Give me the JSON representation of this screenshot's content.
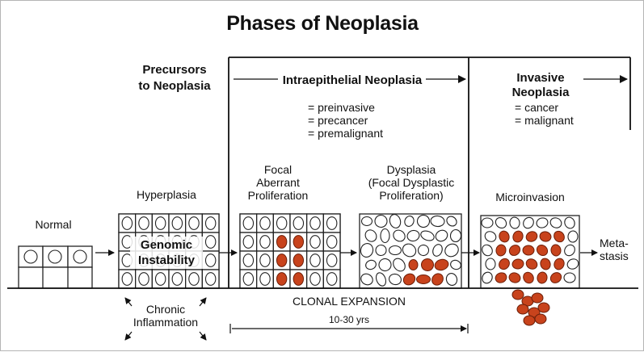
{
  "title": "Phases of Neoplasia",
  "phases": {
    "precursors": [
      "Precursors",
      "to Neoplasia"
    ],
    "intraepithelial": "Intraepithelial Neoplasia",
    "intraepithelial_synonyms": [
      "= preinvasive",
      "= precancer",
      "= premalignant"
    ],
    "invasive": [
      "Invasive",
      "Neoplasia"
    ],
    "invasive_synonyms": [
      "= cancer",
      "= malignant"
    ]
  },
  "stages": {
    "normal": "Normal",
    "hyperplasia": "Hyperplasia",
    "focal": [
      "Focal",
      "Aberrant",
      "Proliferation"
    ],
    "dysplasia": [
      "Dysplasia",
      "(Focal Dysplastic",
      "Proliferation)"
    ],
    "microinvasion": "Microinvasion",
    "metastasis": [
      "Meta-",
      "stasis"
    ]
  },
  "overlay": [
    "Genomic",
    "Instability"
  ],
  "chronic": [
    "Chronic",
    "Inflammation"
  ],
  "clonal": "CLONAL EXPANSION",
  "timespan": "10-30 yrs",
  "colors": {
    "abnormal_cell": "#c8431c",
    "ink": "#111111"
  }
}
